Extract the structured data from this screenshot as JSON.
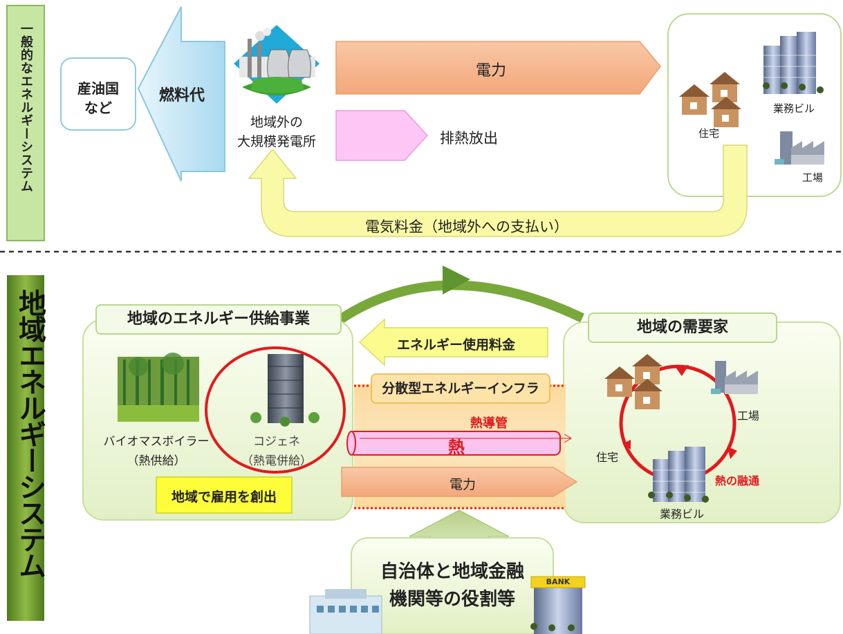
{
  "top": {
    "side_label": "一般的なエネルギーシステム",
    "oil_country": [
      "産油国",
      "など"
    ],
    "fuel_cost": "燃料代",
    "plant_label": [
      "地域外の",
      "大規模発電所"
    ],
    "electricity": "電力",
    "waste_heat": "排熱放出",
    "housing": "住宅",
    "office": "業務ビル",
    "factory": "工場",
    "electric_fee": "電気料金（地域外への支払い）"
  },
  "bottom": {
    "side_label": "地域エネルギーシステム",
    "supply_business": "地域のエネルギー供給事業",
    "biomass": [
      "バイオマスボイラー",
      "（熱供給）"
    ],
    "cogen": [
      "コジェネ",
      "（熱電併給）"
    ],
    "jobs": "地域で雇用を創出",
    "energy_fee": "エネルギー使用料金",
    "infra": "分散型エネルギーインフラ",
    "heat_pipe": "熱導管",
    "heat": "熱",
    "electricity": "電力",
    "consumers": "地域の需要家",
    "factory": "工場",
    "housing": "住宅",
    "heat_exchange": "熱の融通",
    "office": "業務ビル",
    "roles": [
      "自治体と地域金融",
      "機関等の役割等"
    ],
    "bank": "BANK"
  }
}
